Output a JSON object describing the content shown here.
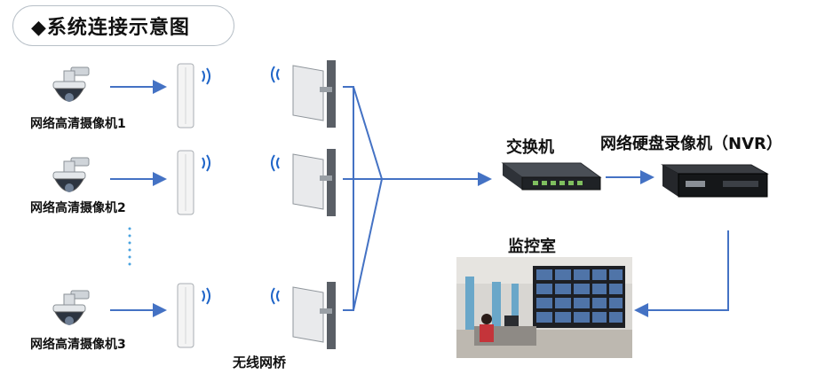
{
  "title": "◆系统连接示意图",
  "cameras": [
    {
      "label": "网络高清摄像机1"
    },
    {
      "label": "网络高清摄像机2"
    },
    {
      "label": "网络高清摄像机3"
    }
  ],
  "bridge_label": "无线网桥",
  "switch_label": "交换机",
  "nvr_label": "网络硬盘录像机（NVR）",
  "control_room_label": "监控室",
  "colors": {
    "wire": "#4472c4",
    "wifi": "#1e64c8",
    "title_border": "#b8c0c8"
  }
}
